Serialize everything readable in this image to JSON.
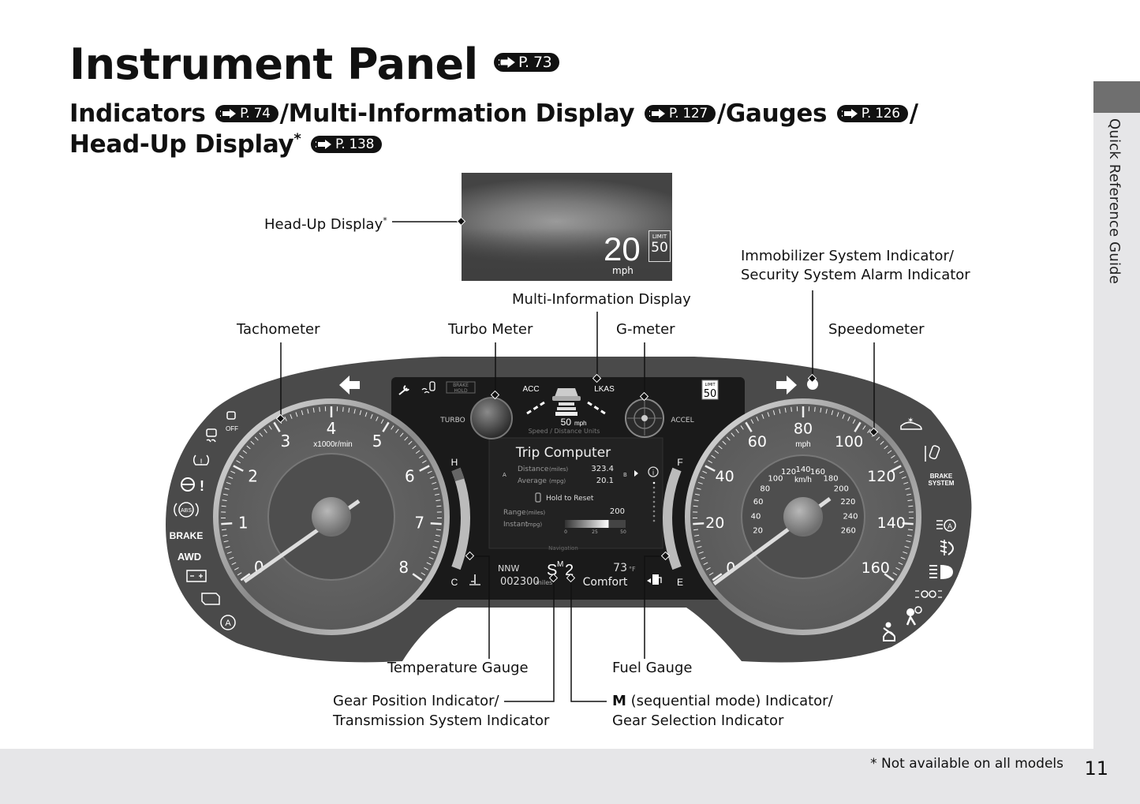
{
  "page": {
    "title": "Instrument Panel",
    "title_ref": "P. 73",
    "subtitle_parts": [
      {
        "text": "Indicators",
        "ref": "P. 74"
      },
      {
        "text": "/Multi-Information Display",
        "ref": "P. 127"
      },
      {
        "text": "/Gauges",
        "ref": "P. 126"
      },
      {
        "text": "/"
      }
    ],
    "subtitle_line2": {
      "text": "Head-Up Display",
      "asterisk": "*",
      "ref": "P. 138"
    },
    "side_tab": "Quick Reference Guide",
    "footnote": "* Not available on all models",
    "page_number": "11"
  },
  "callouts": {
    "hud": "Head-Up Display",
    "hud_asterisk": "*",
    "mid": "Multi-Information Display",
    "immobilizer_line1": "Immobilizer System Indicator/",
    "immobilizer_line2": "Security System Alarm Indicator",
    "tachometer": "Tachometer",
    "turbo_meter": "Turbo Meter",
    "g_meter": "G-meter",
    "speedometer": "Speedometer",
    "temperature_gauge": "Temperature Gauge",
    "fuel_gauge": "Fuel Gauge",
    "gear_position_line1": "Gear Position Indicator/",
    "gear_position_line2": "Transmission System Indicator",
    "m_indicator_bold": "M",
    "m_indicator_line1": " (sequential mode) Indicator/",
    "m_indicator_line2": "Gear Selection Indicator"
  },
  "hud_display": {
    "speed": "20",
    "unit": "mph",
    "limit_label": "LIMIT",
    "limit_value": "50"
  },
  "cluster": {
    "tachometer": {
      "ticks": [
        "0",
        "1",
        "2",
        "3",
        "4",
        "5",
        "6",
        "7",
        "8"
      ],
      "unit": "x1000r/min"
    },
    "speedometer": {
      "mph_ticks": [
        "0",
        "20",
        "40",
        "60",
        "80",
        "100",
        "120",
        "140",
        "160"
      ],
      "mph_unit": "mph",
      "kmh_ticks": [
        "20",
        "40",
        "60",
        "80",
        "100",
        "120",
        "140",
        "160",
        "180",
        "200",
        "220",
        "240",
        "260"
      ],
      "kmh_unit": "km/h"
    },
    "left_indicators": [
      "vsa-off-icon",
      "vsa-icon",
      "tpms-icon",
      "steering-warning-icon",
      "abs-icon",
      "BRAKE",
      "AWD",
      "battery-icon",
      "check-engine-icon",
      "auto-idle-stop-icon"
    ],
    "left_text": {
      "vsa_off": "OFF",
      "brake": "BRAKE",
      "awd": "AWD",
      "abs": "ABS"
    },
    "right_text": {
      "brake_system_1": "BRAKE",
      "brake_system_2": "SYSTEM"
    },
    "mid": {
      "acc": "ACC",
      "lkas": "LKAS",
      "brake_hold_1": "BRAKE",
      "brake_hold_2": "HOLD",
      "turbo": "TURBO",
      "accel": "ACCEL",
      "limit_label": "LIMIT",
      "limit_value": "50",
      "set_speed": "50",
      "set_speed_unit": "mph",
      "speed_units": "Speed / Distance Units",
      "trip_title": "Trip Computer",
      "trip_a": "A",
      "trip_b": "B",
      "distance_label": "Distance",
      "distance_unit": "(miles)",
      "distance_value": "323.4",
      "average_label": "Average",
      "average_unit": "(mpg)",
      "average_value": "20.1",
      "hold_reset": "Hold to Reset",
      "range_label": "Range",
      "range_unit": "(miles)",
      "range_value": "200",
      "instant_label": "Instant",
      "instant_unit": "(mpg)",
      "instant_scale": [
        "0",
        "25",
        "50"
      ],
      "instant_fraction": 0.72,
      "navigation": "Navigation",
      "temp_h": "H",
      "temp_c": "C",
      "fuel_f": "F",
      "fuel_e": "E",
      "compass": "NNW",
      "odometer": "002300",
      "odometer_unit": "miles",
      "gear_s": "S",
      "gear_m": "M",
      "gear_num": "2",
      "outside_temp": "73",
      "outside_temp_unit": "°F",
      "drive_mode": "Comfort"
    }
  }
}
